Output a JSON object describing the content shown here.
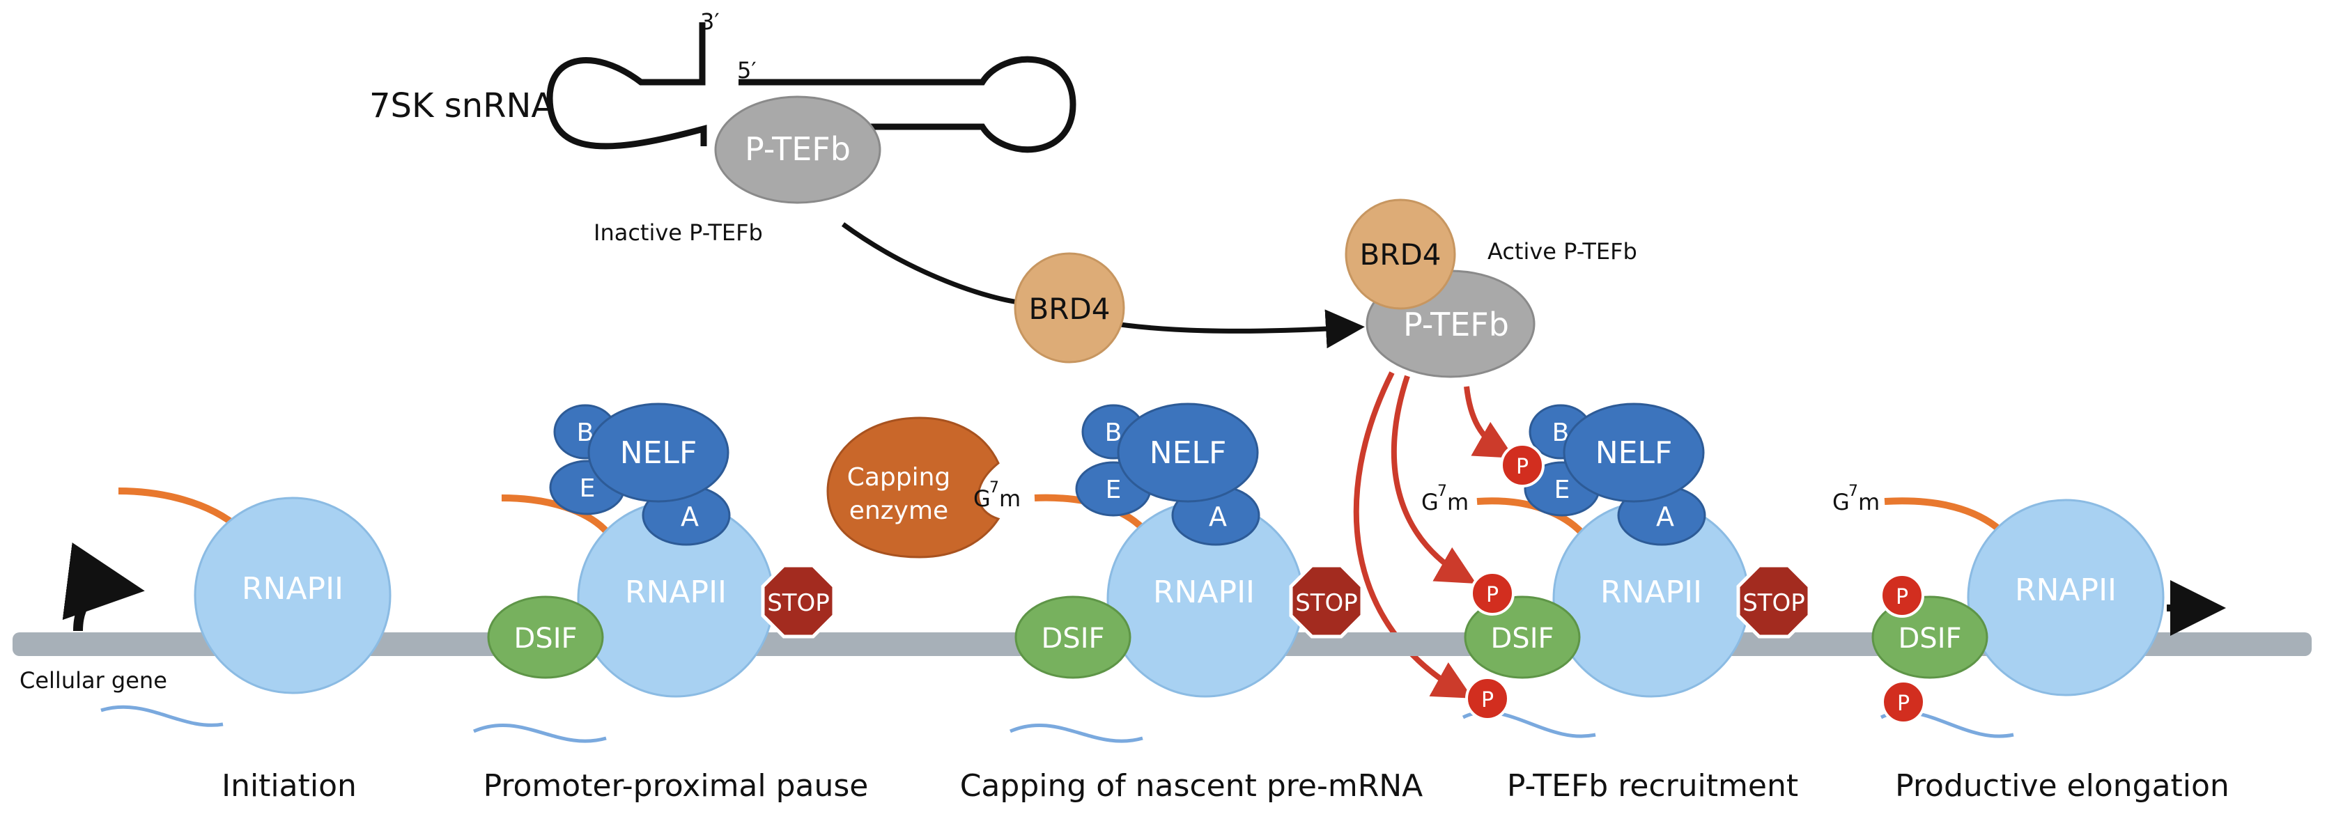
{
  "rna": {
    "label": "7SK snRNA",
    "three_prime": "3′",
    "five_prime": "5′"
  },
  "ptefb": {
    "label": "P-TEFb",
    "inactive_label": "Inactive P-TEFb",
    "active_label": "Active P-TEFb"
  },
  "brd4": {
    "label": "BRD4"
  },
  "gene": {
    "label": "Cellular gene"
  },
  "complexes": {
    "rnapii": "RNAPII",
    "dsif": "DSIF",
    "nelf": "NELF",
    "nelf_b": "B",
    "nelf_e": "E",
    "nelf_a": "A",
    "stop": "STOP",
    "phospho": "P",
    "capping_line1": "Capping",
    "capping_line2": "enzyme",
    "cap_g": "G",
    "cap_sup": "7",
    "cap_m": "m"
  },
  "stages": [
    {
      "label": "Initiation"
    },
    {
      "label": "Promoter-proximal pause"
    },
    {
      "label": "Capping of nascent pre-mRNA"
    },
    {
      "label": "P-TEFb recruitment"
    },
    {
      "label": "Productive elongation"
    }
  ],
  "colors": {
    "dna": "#a7b0b8",
    "rnapii": "#a8d1f2",
    "nelf": "#3c74bd",
    "dsif": "#77b15e",
    "stop": "#a32b1f",
    "phospho": "#d22e1f",
    "brd4": "#ddac77",
    "ptefb": "#a9a9a9",
    "capping": "#c9672a",
    "rna_tail": "#e8782e",
    "arrow_red": "#cc3b2b"
  }
}
